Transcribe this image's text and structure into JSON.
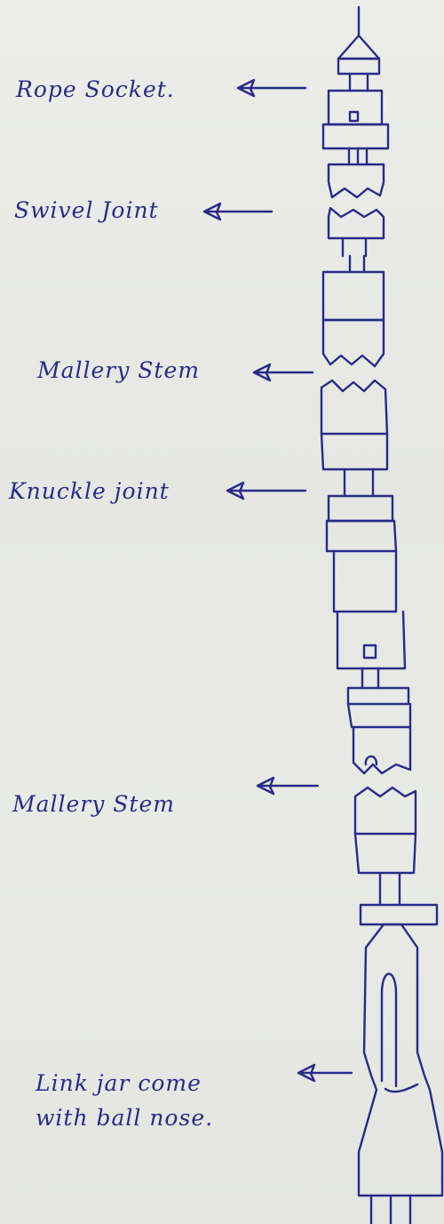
{
  "labels": {
    "rope_socket": "Rope Socket.",
    "swivel_joint": "Swivel Joint",
    "mallery_stem_1": "Mallery Stem",
    "knuckle_joint": "Knuckle joint",
    "mallery_stem_2": "Mallery Stem",
    "link_jar_line1": "Link jar come",
    "link_jar_line2": "with ball nose."
  },
  "colors": {
    "ink": "#2b2a86",
    "paper": "#e9eae6"
  }
}
